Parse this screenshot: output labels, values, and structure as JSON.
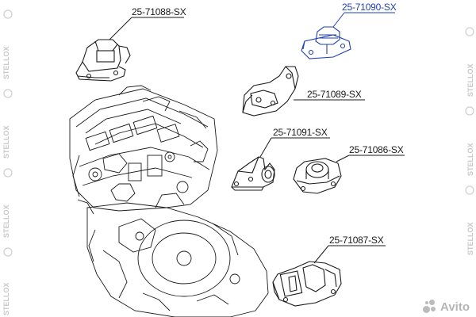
{
  "parts": [
    {
      "id": "p1",
      "code": "25-71088-SX",
      "highlighted": false
    },
    {
      "id": "p2",
      "code": "25-71090-SX",
      "highlighted": true
    },
    {
      "id": "p3",
      "code": "25-71089-SX",
      "highlighted": false
    },
    {
      "id": "p4",
      "code": "25-71091-SX",
      "highlighted": false
    },
    {
      "id": "p5",
      "code": "25-71086-SX",
      "highlighted": false
    },
    {
      "id": "p6",
      "code": "25-71087-SX",
      "highlighted": false
    }
  ],
  "watermark": {
    "text": "STELLOX"
  },
  "avito": {
    "text": "Avito"
  },
  "colors": {
    "highlight": "#1f3fb5",
    "line": "#1a1a1a",
    "fill": "#ffffff"
  }
}
